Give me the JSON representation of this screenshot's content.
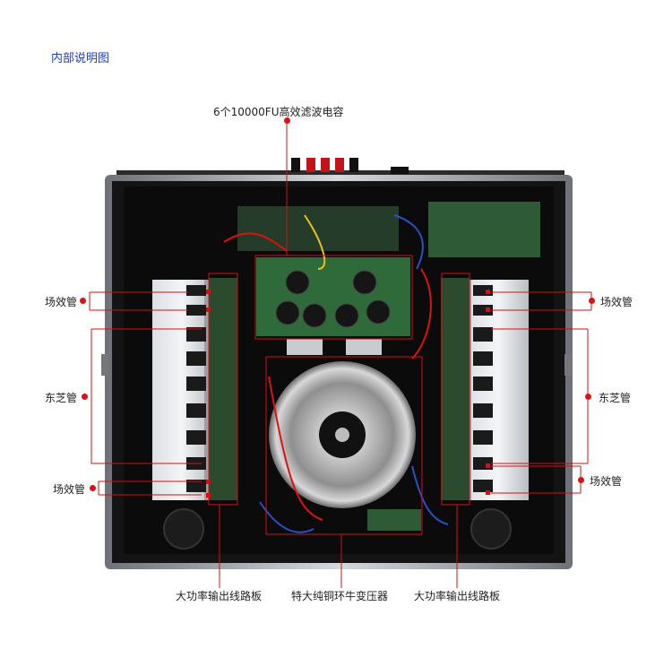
{
  "page": {
    "title": "内部说明图"
  },
  "labels": {
    "capacitors": "6个10000FU高效滤波电容",
    "fet_top_left": "场效管",
    "fet_top_right": "场效管",
    "toshiba_left": "东芝管",
    "toshiba_right": "东芝管",
    "fet_bottom_left": "场效管",
    "fet_bottom_right": "场效管",
    "output_board_left": "大功率输出线路板",
    "transformer": "特大纯铜环牛变压器",
    "output_board_right": "大功率输出线路板"
  },
  "colors": {
    "title": "#1f3fbf",
    "callout": "#d11111",
    "chassis": "#0d0d0d",
    "frame": "#a8acb2"
  }
}
